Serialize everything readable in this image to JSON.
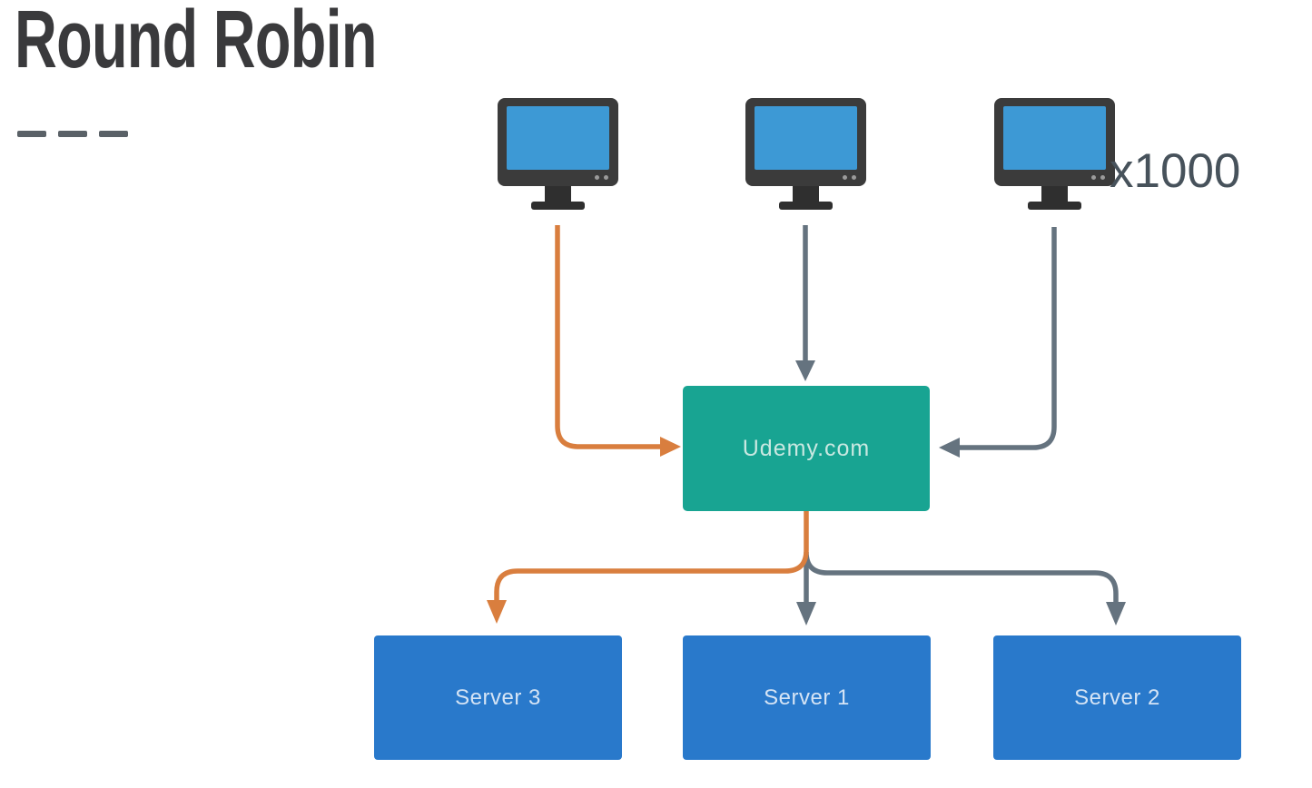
{
  "title": "Round Robin",
  "decoration": {
    "underline_dash_count": 3
  },
  "clients": {
    "count_label": "x1000",
    "monitors": [
      {
        "id": "client-1"
      },
      {
        "id": "client-2"
      },
      {
        "id": "client-3"
      }
    ]
  },
  "load_balancer": {
    "label": "Udemy.com"
  },
  "servers": [
    {
      "label": "Server 3"
    },
    {
      "label": "Server 1"
    },
    {
      "label": "Server 2"
    }
  ],
  "edges": [
    {
      "id": "client1-to-loadbalancer",
      "from": "client-1",
      "to": "Udemy.com",
      "color": "orange"
    },
    {
      "id": "client2-to-loadbalancer",
      "from": "client-2",
      "to": "Udemy.com",
      "color": "gray"
    },
    {
      "id": "client3-to-loadbalancer",
      "from": "client-3",
      "to": "Udemy.com",
      "color": "gray"
    },
    {
      "id": "loadbalancer-to-server3",
      "from": "Udemy.com",
      "to": "Server 3",
      "color": "orange"
    },
    {
      "id": "loadbalancer-to-server1",
      "from": "Udemy.com",
      "to": "Server 1",
      "color": "gray"
    },
    {
      "id": "loadbalancer-to-server2",
      "from": "Udemy.com",
      "to": "Server 2",
      "color": "gray"
    }
  ],
  "colors": {
    "accent_orange": "#d97e3e",
    "slate_gray": "#65737f",
    "teal_box": "#18a492",
    "blue_box": "#2979cb",
    "title_text": "#3a3a3c",
    "dash_color": "#5a6167",
    "monitor_bezel": "#3b3b3b",
    "monitor_screen": "#3d99d5",
    "monitor_stand": "#2f2f2f",
    "lb_label_text": "#c9e8e1",
    "server_label_text": "#d5e4f5",
    "count_text": "#47525b"
  }
}
